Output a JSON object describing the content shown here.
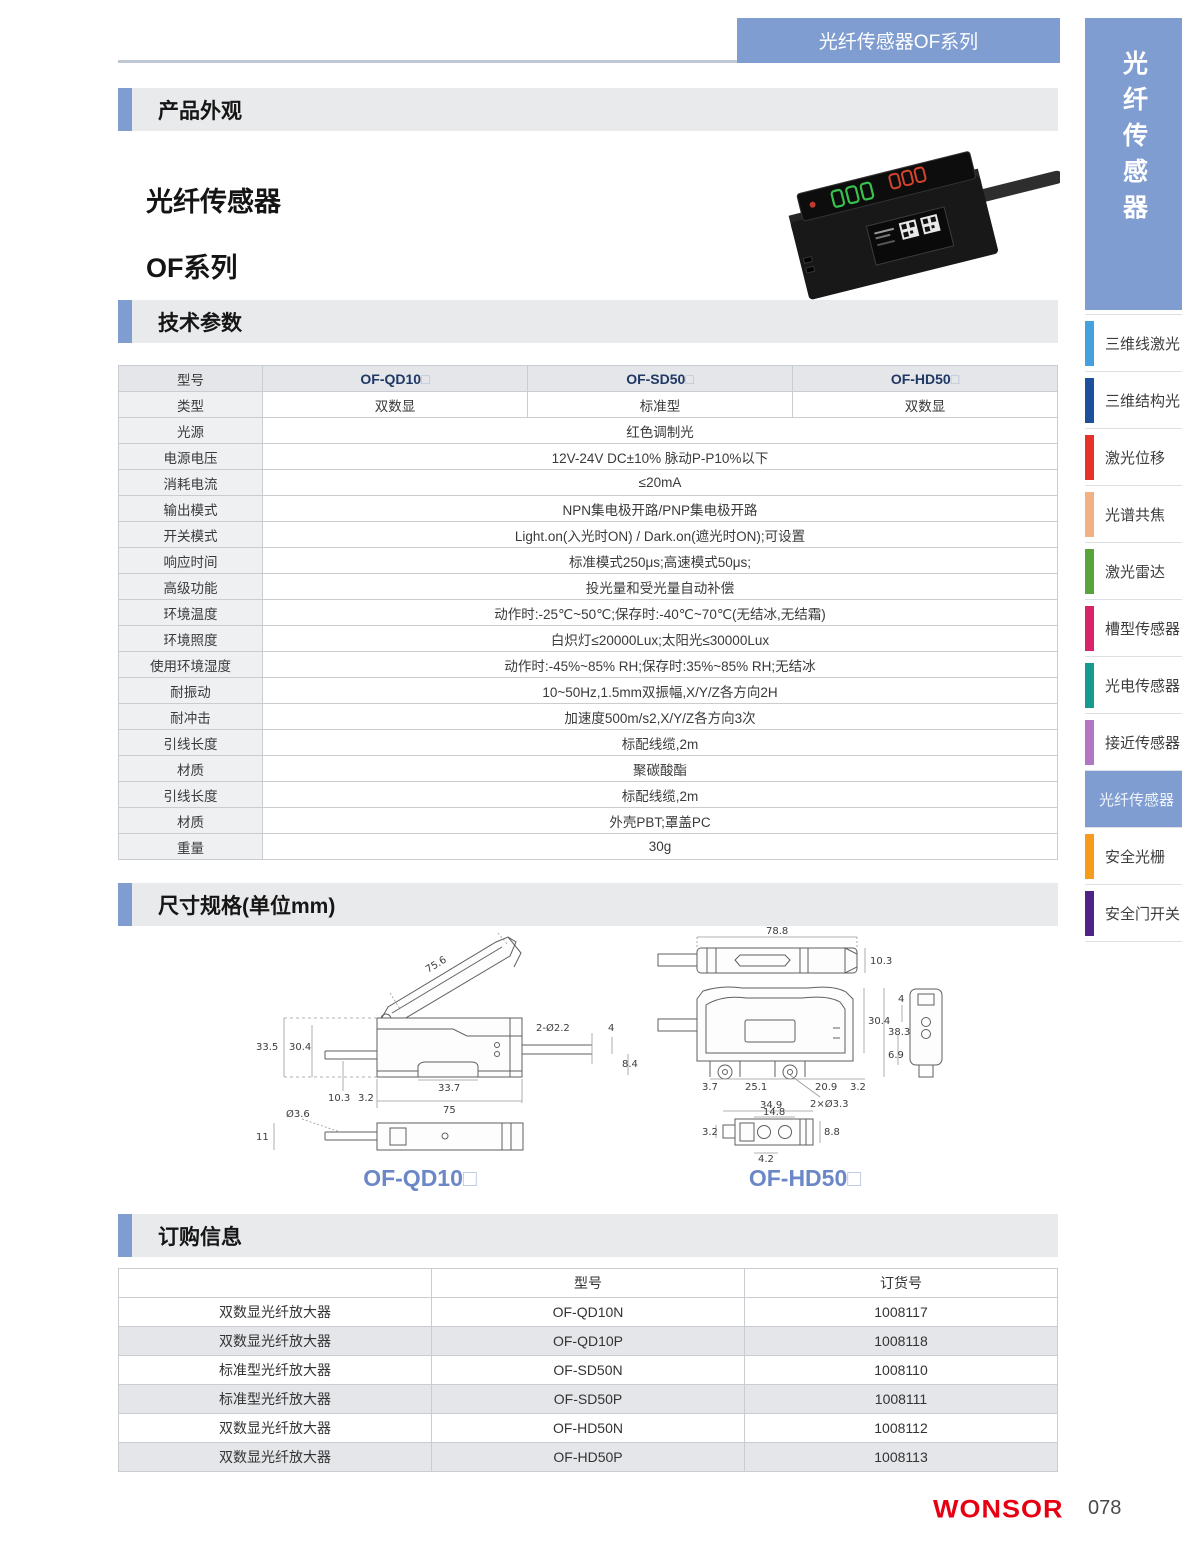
{
  "banner": {
    "title": "光纤传感器OF系列"
  },
  "sidebar": {
    "vertical_title": "光纤传感器",
    "items": [
      {
        "label": "三维线激光",
        "color": "#45a1dc",
        "active": false
      },
      {
        "label": "三维结构光",
        "color": "#1c4f9c",
        "active": false
      },
      {
        "label": "激光位移",
        "color": "#e63329",
        "active": false
      },
      {
        "label": "光谱共焦",
        "color": "#f2b185",
        "active": false
      },
      {
        "label": "激光雷达",
        "color": "#57a43b",
        "active": false
      },
      {
        "label": "槽型传感器",
        "color": "#d92368",
        "active": false
      },
      {
        "label": "光电传感器",
        "color": "#149a8e",
        "active": false
      },
      {
        "label": "接近传感器",
        "color": "#b277c2",
        "active": false
      },
      {
        "label": "光纤传感器",
        "color": "#8aa6d6",
        "active": true
      },
      {
        "label": "安全光栅",
        "color": "#f79b1d",
        "active": false
      },
      {
        "label": "安全门开关",
        "color": "#4f2386",
        "active": false
      }
    ]
  },
  "sections": {
    "appearance": "产品外观",
    "specs": "技术参数",
    "dimensions": "尺寸规格(单位mm)",
    "ordering": "订购信息"
  },
  "product": {
    "title_line1": "光纤传感器",
    "title_line2": "OF系列"
  },
  "spec_table": {
    "model_label": "型号",
    "models": [
      "OF-QD10",
      "OF-SD50",
      "OF-HD50"
    ],
    "model_suffix": "□",
    "type_label": "类型",
    "types": [
      "双数显",
      "标准型",
      "双数显"
    ],
    "rows": [
      {
        "label": "光源",
        "value": "红色调制光"
      },
      {
        "label": "电源电压",
        "value": "12V-24V DC±10% 脉动P-P10%以下"
      },
      {
        "label": "消耗电流",
        "value": "≤20mA"
      },
      {
        "label": "输出模式",
        "value": "NPN集电极开路/PNP集电极开路"
      },
      {
        "label": "开关模式",
        "value": "Light.on(入光时ON) / Dark.on(遮光时ON);可设置"
      },
      {
        "label": "响应时间",
        "value": "标准模式250μs;高速模式50μs;"
      },
      {
        "label": "高级功能",
        "value": "投光量和受光量自动补偿"
      },
      {
        "label": "环境温度",
        "value": "动作时:-25℃~50℃;保存时:-40℃~70℃(无结冰,无结霜)"
      },
      {
        "label": "环境照度",
        "value": "白炽灯≤20000Lux;太阳光≤30000Lux"
      },
      {
        "label": "使用环境湿度",
        "value": "动作时:-45%~85% RH;保存时:35%~85% RH;无结冰"
      },
      {
        "label": "耐振动",
        "value": "10~50Hz,1.5mm双振幅,X/Y/Z各方向2H"
      },
      {
        "label": "耐冲击",
        "value": "加速度500m/s2,X/Y/Z各方向3次"
      },
      {
        "label": "引线长度",
        "value": "标配线缆,2m"
      },
      {
        "label": "材质",
        "value": "聚碳酸酯"
      },
      {
        "label": "引线长度",
        "value": "标配线缆,2m"
      },
      {
        "label": "材质",
        "value": "外壳PBT;罩盖PC"
      },
      {
        "label": "重量",
        "value": "30g"
      }
    ]
  },
  "dims": {
    "qd10_label": "OF-QD10",
    "hd50_label": "OF-HD50",
    "label_suffix": "□",
    "qd10": [
      "75.6",
      "33.5",
      "30.4",
      "10.3",
      "3.2",
      "33.7",
      "75",
      "2-Ø2.2",
      "4",
      "8.4",
      "Ø3.6",
      "11"
    ],
    "hd50": [
      "78.8",
      "10.3",
      "30.4",
      "38.3",
      "3.7",
      "25.1",
      "20.9",
      "3.2",
      "2×Ø3.3",
      "34.9",
      "14.8",
      "3.2",
      "8.8",
      "4.2",
      "4",
      "6.9"
    ]
  },
  "order_table": {
    "headers": [
      "",
      "型号",
      "订货号"
    ],
    "rows": [
      [
        "双数显光纤放大器",
        "OF-QD10N",
        "1008117"
      ],
      [
        "双数显光纤放大器",
        "OF-QD10P",
        "1008118"
      ],
      [
        "标准型光纤放大器",
        "OF-SD50N",
        "1008110"
      ],
      [
        "标准型光纤放大器",
        "OF-SD50P",
        "1008111"
      ],
      [
        "双数显光纤放大器",
        "OF-HD50N",
        "1008112"
      ],
      [
        "双数显光纤放大器",
        "OF-HD50P",
        "1008113"
      ]
    ]
  },
  "footer": {
    "logo": "WONSOR",
    "page": "078"
  },
  "colors": {
    "accent": "#7f9dd1",
    "logo_red": "#e60012"
  }
}
